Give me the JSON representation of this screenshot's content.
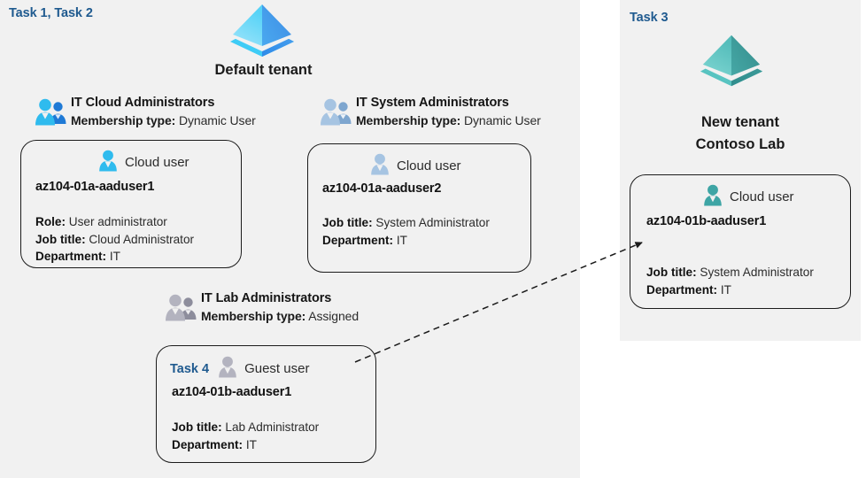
{
  "panels": {
    "left": {
      "task_label": "Task 1, Task 2",
      "background": "#f1f1f1"
    },
    "right": {
      "task_label": "Task 3",
      "background": "#f1f1f1"
    }
  },
  "tenants": [
    {
      "id": "default",
      "label": "Default tenant",
      "icon": "azure-ad-tenant-icon",
      "color": "#36b5ef"
    },
    {
      "id": "new",
      "label_line1": "New  tenant",
      "label_line2": "Contoso Lab",
      "icon": "azure-ad-tenant-icon",
      "color": "#4bb8b5"
    }
  ],
  "groups": [
    {
      "id": "it-cloud-administrators",
      "name": "IT Cloud Administrators",
      "membership_label": "Membership type:",
      "membership_value": "Dynamic User",
      "icon": "users-group-icon",
      "icon_color": "#2fbbee"
    },
    {
      "id": "it-system-administrators",
      "name": "IT System Administrators",
      "membership_label": "Membership type:",
      "membership_value": "Dynamic User",
      "icon": "users-group-icon",
      "icon_color": "#9cbbdd"
    },
    {
      "id": "it-lab-administrators",
      "name": "IT Lab Administrators",
      "membership_label": "Membership type:",
      "membership_value": "Assigned",
      "icon": "users-group-icon",
      "icon_color": "#a8a8b4"
    }
  ],
  "users": [
    {
      "id": "aaduser1-cloud",
      "task_tag": "",
      "user_type": "Cloud user",
      "icon": "cloud-user-icon",
      "icon_color": "#2fbbee",
      "upn": "az104-01a-aaduser1",
      "attrs": [
        {
          "label": "Role:",
          "value": "User administrator"
        },
        {
          "label": "Job title:",
          "value": "Cloud Administrator"
        },
        {
          "label": "Department:",
          "value": "IT"
        }
      ]
    },
    {
      "id": "aaduser2-cloud",
      "task_tag": "",
      "user_type": "Cloud user",
      "icon": "cloud-user-icon",
      "icon_color": "#9cbbdd",
      "upn": "az104-01a-aaduser2",
      "attrs": [
        {
          "label": "Job title:",
          "value": "System Administrator"
        },
        {
          "label": "Department:",
          "value": "IT"
        }
      ]
    },
    {
      "id": "aaduser1-guest",
      "task_tag": "Task 4",
      "user_type": "Guest user",
      "icon": "guest-user-icon",
      "icon_color": "#a8a8b4",
      "upn": "az104-01b-aaduser1",
      "attrs": [
        {
          "label": "Job title:",
          "value": "Lab Administrator"
        },
        {
          "label": "Department:",
          "value": "IT"
        }
      ]
    },
    {
      "id": "aaduser1-new-tenant",
      "task_tag": "",
      "user_type": "Cloud user",
      "icon": "cloud-user-icon",
      "icon_color": "#3ea5a5",
      "upn": "az104-01b-aaduser1",
      "attrs": [
        {
          "label": "Job title:",
          "value": "System Administrator"
        },
        {
          "label": "Department:",
          "value": "IT"
        }
      ]
    }
  ],
  "connector": {
    "id": "guest-invite-arrow",
    "style": "dashed",
    "color": "#1a1a1a",
    "from": "aaduser1-guest",
    "to": "aaduser1-new-tenant"
  }
}
